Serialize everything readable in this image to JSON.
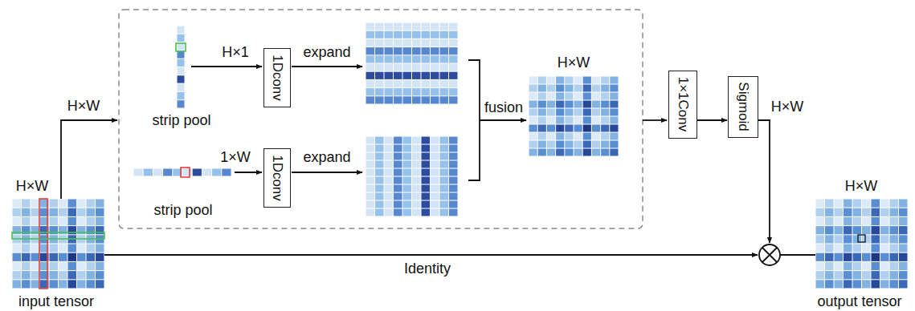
{
  "diagram": {
    "nodes": [
      {
        "text": [
          "1Dconv"
        ]
      },
      {
        "text": [
          "1Dconv"
        ]
      },
      {
        "text": [
          "1×1Conv"
        ]
      },
      {
        "text": [
          "Sigmoid"
        ]
      }
    ],
    "edges": [
      {
        "from": 2,
        "to": 3,
        "arrow": "to"
      }
    ],
    "labels": [
      "H×W",
      "input tensor",
      "H×W",
      "strip pool",
      "H×1",
      "expand",
      "1×W",
      "strip pool",
      "expand",
      "fusion",
      "H×W",
      "H×W",
      "Identity",
      "H×W",
      "output tensor"
    ]
  }
}
